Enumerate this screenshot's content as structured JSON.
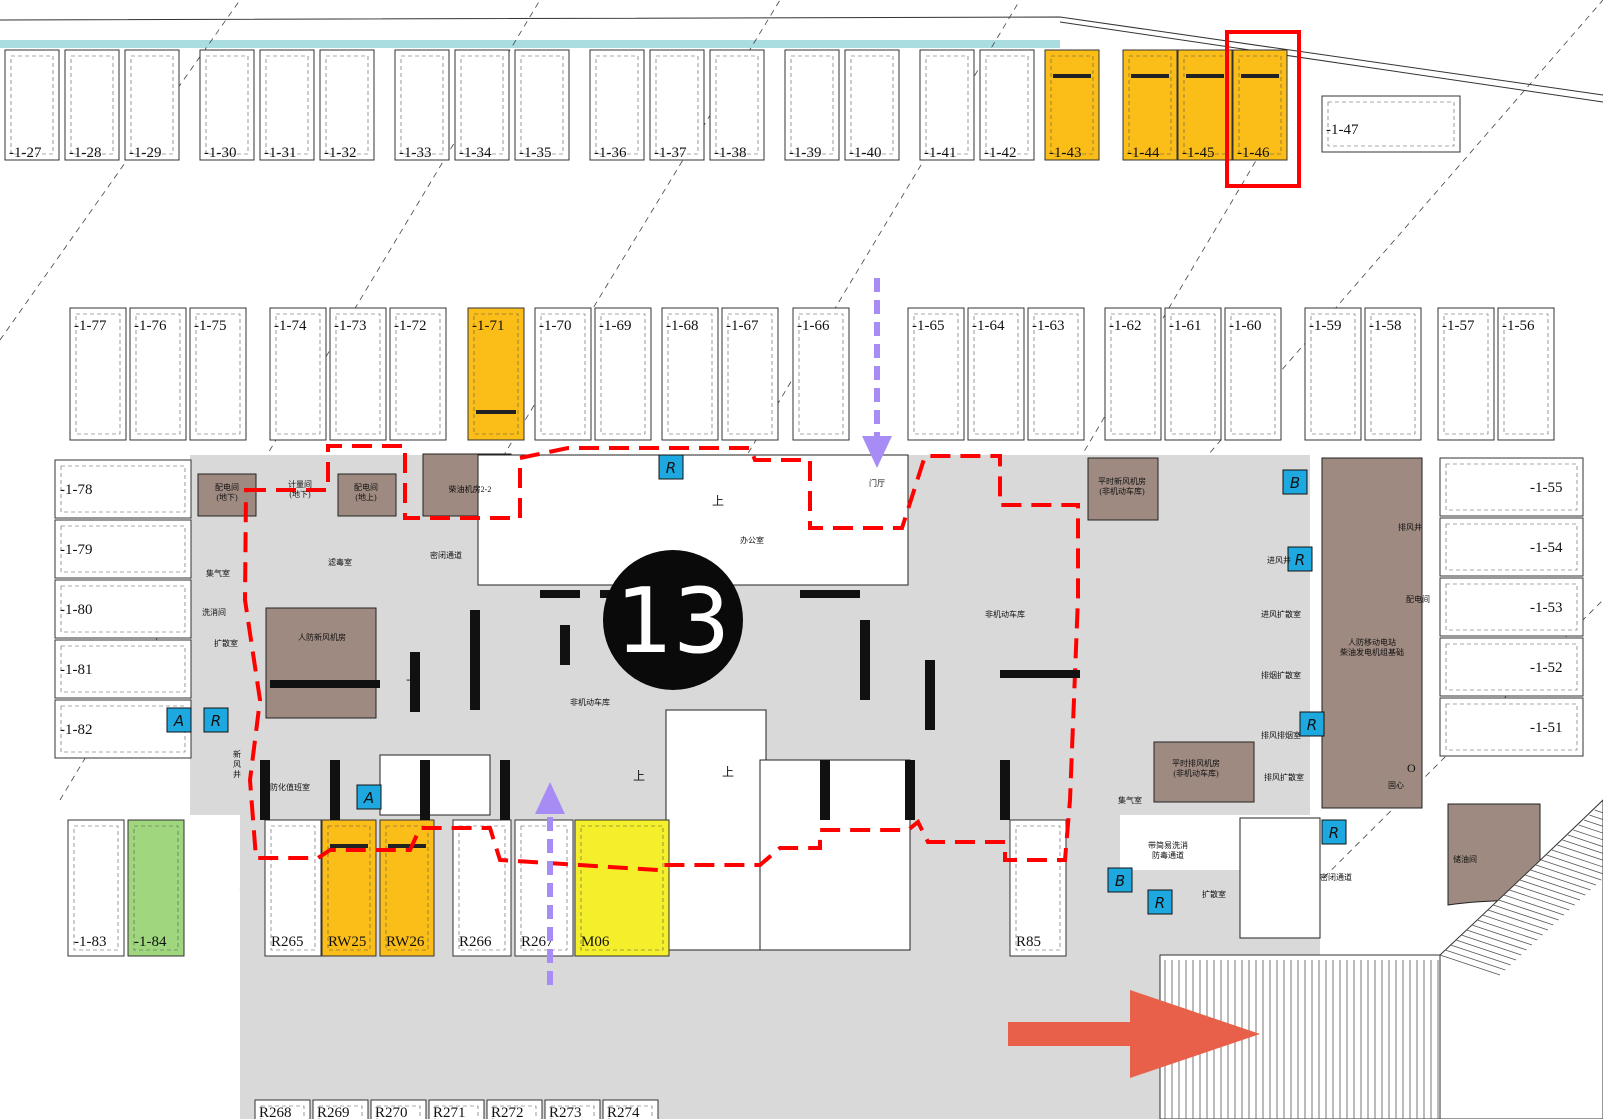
{
  "colors": {
    "owned": "#FBBD18",
    "highlight_yellow": "#F5EE2A",
    "accessible": "#9FD67E",
    "room_brown": "#9E8A80",
    "floor_grey": "#D9D9D9",
    "boundary_red": "#FF0000",
    "arrow_purple": "#A88CF5",
    "arrow_orange": "#E8604A",
    "water_cyan": "#A9DDE0",
    "lift_cyan": "#1EA8E0"
  },
  "building_marker": "13",
  "top_row_slots": [
    {
      "label": "-1-27"
    },
    {
      "label": "-1-28"
    },
    {
      "label": "-1-29"
    },
    {
      "label": "-1-30"
    },
    {
      "label": "-1-31"
    },
    {
      "label": "-1-32"
    },
    {
      "label": "-1-33"
    },
    {
      "label": "-1-34"
    },
    {
      "label": "-1-35"
    },
    {
      "label": "-1-36"
    },
    {
      "label": "-1-37"
    },
    {
      "label": "-1-38"
    },
    {
      "label": "-1-39"
    },
    {
      "label": "-1-40"
    },
    {
      "label": "-1-41"
    },
    {
      "label": "-1-42"
    },
    {
      "label": "-1-43",
      "status": "owned"
    },
    {
      "label": "-1-44",
      "status": "owned"
    },
    {
      "label": "-1-45",
      "status": "owned"
    },
    {
      "label": "-1-46",
      "status": "owned",
      "selected": true
    },
    {
      "label": "-1-47"
    }
  ],
  "second_row_slots": [
    {
      "label": "-1-77"
    },
    {
      "label": "-1-76"
    },
    {
      "label": "-1-75"
    },
    {
      "label": "-1-74"
    },
    {
      "label": "-1-73"
    },
    {
      "label": "-1-72"
    },
    {
      "label": "-1-71",
      "status": "owned"
    },
    {
      "label": "-1-70"
    },
    {
      "label": "-1-69"
    },
    {
      "label": "-1-68"
    },
    {
      "label": "-1-67"
    },
    {
      "label": "-1-66"
    },
    {
      "label": "-1-65"
    },
    {
      "label": "-1-64"
    },
    {
      "label": "-1-63"
    },
    {
      "label": "-1-62"
    },
    {
      "label": "-1-61"
    },
    {
      "label": "-1-60"
    },
    {
      "label": "-1-59"
    },
    {
      "label": "-1-58"
    },
    {
      "label": "-1-57"
    },
    {
      "label": "-1-56"
    }
  ],
  "left_col_slots": [
    {
      "label": "-1-78"
    },
    {
      "label": "-1-79"
    },
    {
      "label": "-1-80"
    },
    {
      "label": "-1-81"
    },
    {
      "label": "-1-82"
    }
  ],
  "right_col_slots": [
    {
      "label": "-1-55"
    },
    {
      "label": "-1-54"
    },
    {
      "label": "-1-53"
    },
    {
      "label": "-1-52"
    },
    {
      "label": "-1-51"
    }
  ],
  "bottom_slots": [
    {
      "label": "-1-83"
    },
    {
      "label": "-1-84",
      "status": "accessible"
    },
    {
      "label": "R265"
    },
    {
      "label": "RW25",
      "status": "owned"
    },
    {
      "label": "RW26",
      "status": "owned"
    },
    {
      "label": "R266"
    },
    {
      "label": "R267"
    },
    {
      "label": "M06",
      "status": "highlight"
    },
    {
      "label": "R85"
    }
  ],
  "lowest_row_slots": [
    {
      "label": "R268"
    },
    {
      "label": "R269"
    },
    {
      "label": "R270"
    },
    {
      "label": "R271"
    },
    {
      "label": "R272"
    },
    {
      "label": "R273"
    },
    {
      "label": "R274"
    }
  ],
  "rooms": {
    "pd_down": "配电间\n(地下)",
    "meter_down": "计量间\n(地下)",
    "pd_up": "配电间\n(地上)",
    "generator": "柴油机房2-2",
    "filter": "滤毒室",
    "gas": "集气室",
    "airlock": "密闭通道",
    "fresh_air": "人防新风机房",
    "expansion_left": "扩散室",
    "wash": "洗消间",
    "new_shaft": "新\n风\n井",
    "duty": "防化值班室",
    "lobby": "门厅",
    "office": "办公室",
    "parking_center": "非机动车库",
    "parking_right": "非机动车库",
    "temp_fresh": "平时新风机房\n(非机动车库)",
    "temp_exhaust": "平时排风机房\n(非机动车库)",
    "inlet_shaft": "进风井",
    "inlet_exp": "进风扩散室",
    "exhaust_exp": "排烟扩散室",
    "exhaust_room": "排风排烟室",
    "exhaust_exp2": "排风扩散室",
    "power_station": "人防移动电站\n柴油发电机组基础",
    "storage": "储油间",
    "pd_right": "配电间",
    "gas_right": "集气室",
    "decon": "带简易洗消\n防毒通道",
    "airlock_right": "密闭通道",
    "exp_right": "扩散室",
    "smoke_right": "排风井"
  },
  "symbols": {
    "lift_a": "A",
    "lift_r": "R",
    "lift_b": "B",
    "stair_up": "上",
    "sump": "O",
    "sump_label": "固心"
  }
}
